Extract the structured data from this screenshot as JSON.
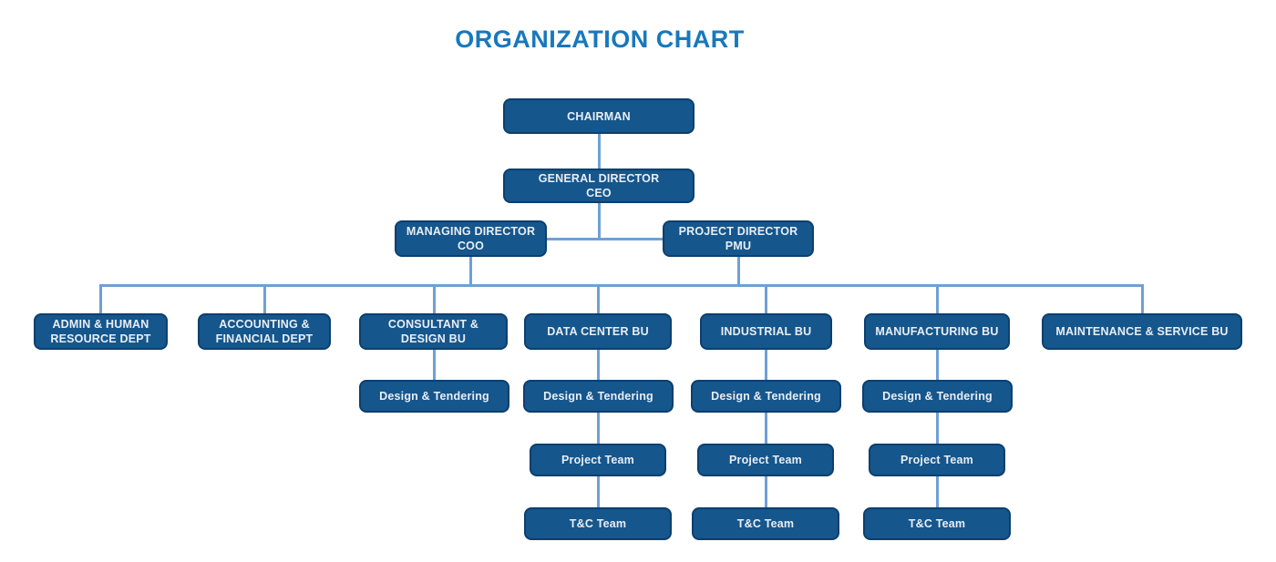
{
  "org": {
    "title": "ORGANIZATION CHART",
    "nodes": {
      "chairman": {
        "label": "CHAIRMAN"
      },
      "general_director": {
        "label": "GENERAL DIRECTOR\nCEO"
      },
      "managing_director": {
        "label": "MANAGING DIRECTOR\nCOO"
      },
      "project_director": {
        "label": "PROJECT DIRECTOR\nPMU"
      }
    },
    "departments": [
      {
        "label": "ADMIN & HUMAN\nRESOURCE DEPT",
        "sub_teams": []
      },
      {
        "label": "ACCOUNTING &\nFINANCIAL DEPT",
        "sub_teams": []
      },
      {
        "label": "CONSULTANT &\nDESIGN BU",
        "sub_teams": [
          "Design & Tendering"
        ]
      },
      {
        "label": "DATA CENTER BU",
        "sub_teams": [
          "Design & Tendering",
          "Project Team",
          "T&C Team"
        ]
      },
      {
        "label": "INDUSTRIAL BU",
        "sub_teams": [
          "Design & Tendering",
          "Project Team",
          "T&C Team"
        ]
      },
      {
        "label": "MANUFACTURING BU",
        "sub_teams": [
          "Design & Tendering",
          "Project Team",
          "T&C Team"
        ]
      },
      {
        "label": "MAINTENANCE & SERVICE BU",
        "sub_teams": []
      }
    ]
  },
  "colors": {
    "title": "#1878BC",
    "box_fill": "#15568C",
    "box_border": "#0C3F6E",
    "box_text": "#E9EEF4",
    "connector": "#6FA0D3",
    "background": "#FFFFFF"
  }
}
